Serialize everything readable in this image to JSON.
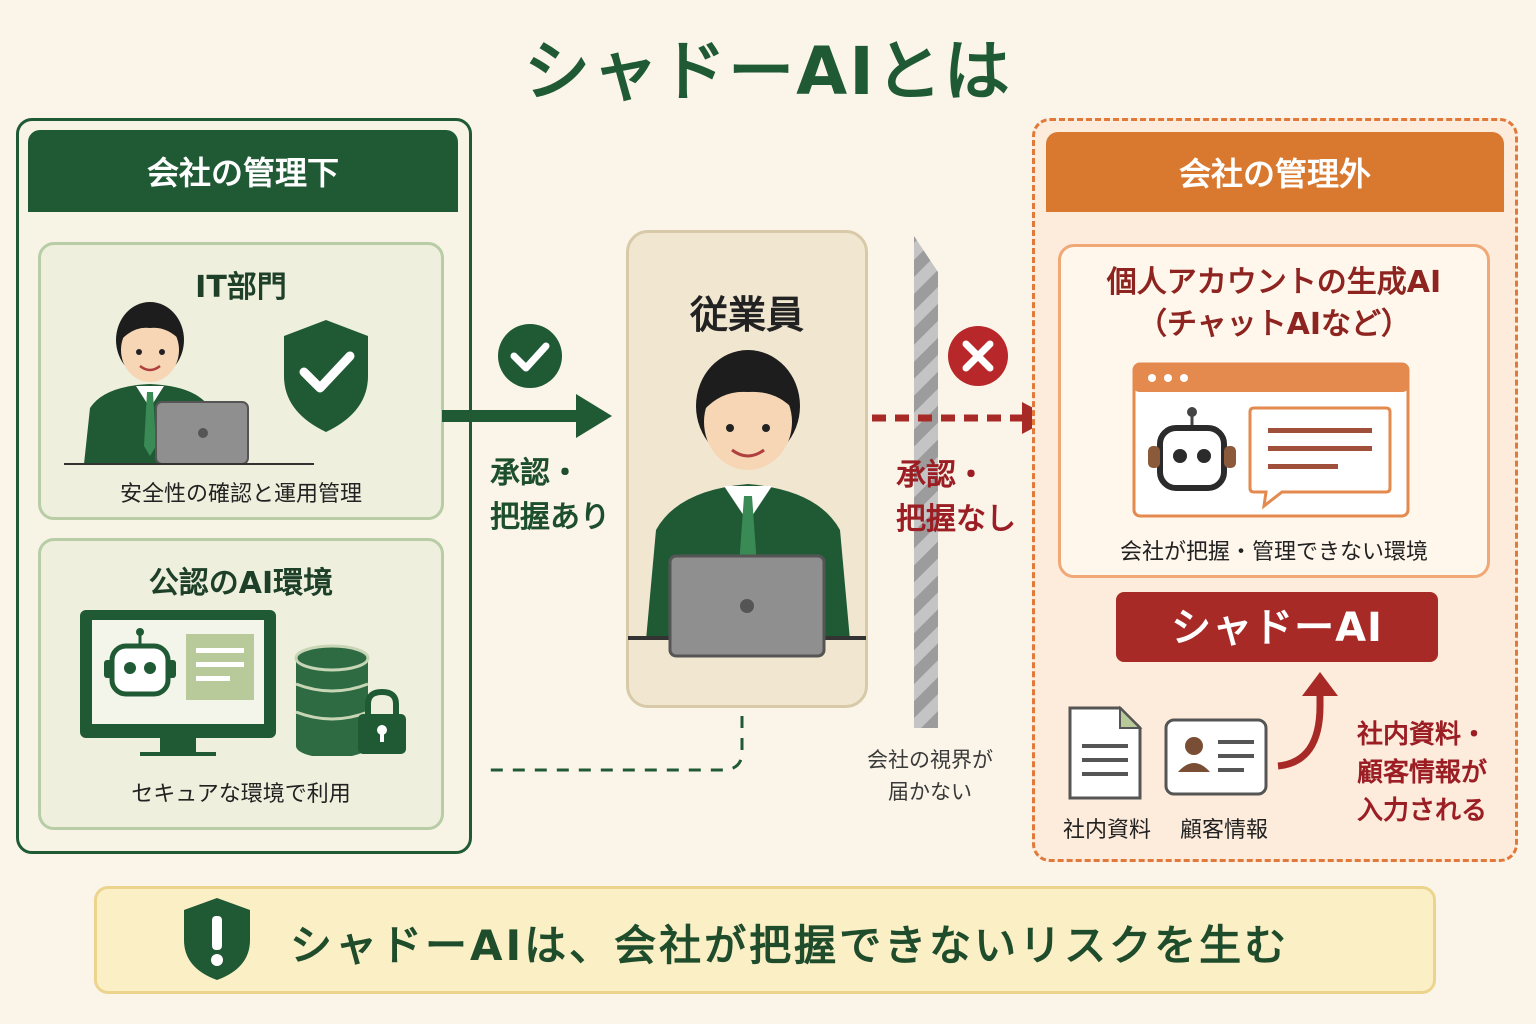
{
  "title": "シャドーAIとは",
  "left_panel": {
    "header": "会社の管理下",
    "it_dept": {
      "title": "IT部門",
      "caption": "安全性の確認と運用管理"
    },
    "official_ai": {
      "title": "公認のAI環境",
      "caption": "セキュアな環境で利用"
    }
  },
  "middle": {
    "employee_label": "従業員",
    "approved_label_1": "承認・",
    "approved_label_2": "把握あり",
    "unapproved_label_1": "承認・",
    "unapproved_label_2": "把握なし",
    "visibility_note_1": "会社の視界が",
    "visibility_note_2": "届かない"
  },
  "right_panel": {
    "header": "会社の管理外",
    "personal_ai_title_1": "個人アカウントの生成AI",
    "personal_ai_title_2": "（チャットAIなど）",
    "caption": "会社が把握・管理できない環境",
    "shadow_ai_badge": "シャドーAI",
    "doc1_label": "社内資料",
    "doc2_label": "顧客情報",
    "input_label_1": "社内資料・",
    "input_label_2": "顧客情報が",
    "input_label_3": "入力される"
  },
  "banner": {
    "text": "シャドーAIは、会社が把握できないリスクを生む"
  },
  "colors": {
    "green": "#1f5a35",
    "orange": "#d9792f",
    "red": "#a82a26",
    "background": "#fbf5e9"
  },
  "icons": [
    "shield-check-icon",
    "check-circle-icon",
    "cross-circle-icon",
    "robot-icon",
    "database-lock-icon",
    "document-icon",
    "id-card-icon",
    "warning-shield-icon",
    "laptop-icon"
  ]
}
